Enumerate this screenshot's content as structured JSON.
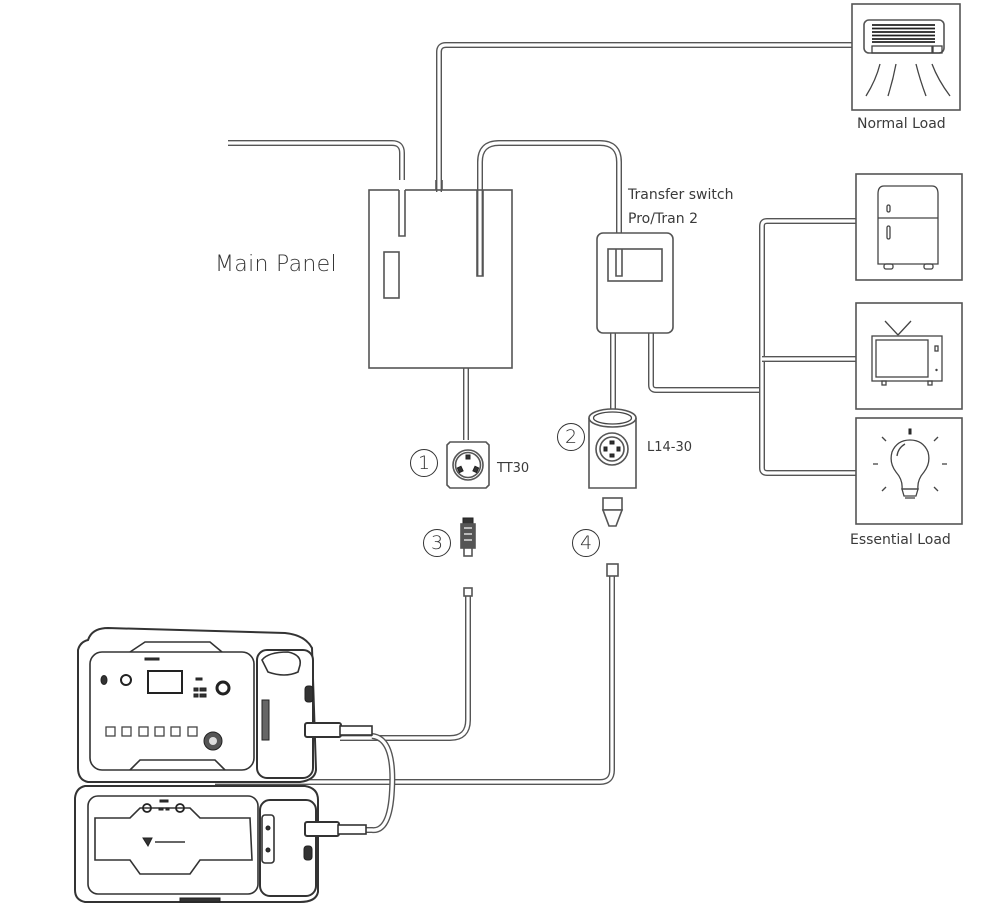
{
  "diagram": {
    "type": "wiring-diagram",
    "labels": {
      "main_panel": "Main Panel",
      "transfer_switch_line1": "Transfer switch",
      "transfer_switch_line2": "Pro/Tran 2",
      "normal_load": "Normal Load",
      "essential_load": "Essential Load",
      "tt30": "TT30",
      "l14_30": "L14-30"
    },
    "callouts": [
      {
        "number": "1",
        "target": "TT30 outlet"
      },
      {
        "number": "2",
        "target": "L14-30 inlet"
      },
      {
        "number": "3",
        "target": "TT30 plug"
      },
      {
        "number": "4",
        "target": "L14-30 plug"
      }
    ],
    "loads": {
      "normal": [
        {
          "icon": "air-conditioner-icon"
        }
      ],
      "essential": [
        {
          "icon": "refrigerator-icon"
        },
        {
          "icon": "television-icon"
        },
        {
          "icon": "light-bulb-icon"
        }
      ]
    },
    "devices": [
      {
        "name": "power-station",
        "icon": "power-station-icon"
      },
      {
        "name": "expansion-battery",
        "icon": "expansion-battery-icon"
      }
    ],
    "colors": {
      "line": "#5a5a5a",
      "text": "#3a3a3a",
      "background": "#ffffff"
    }
  }
}
